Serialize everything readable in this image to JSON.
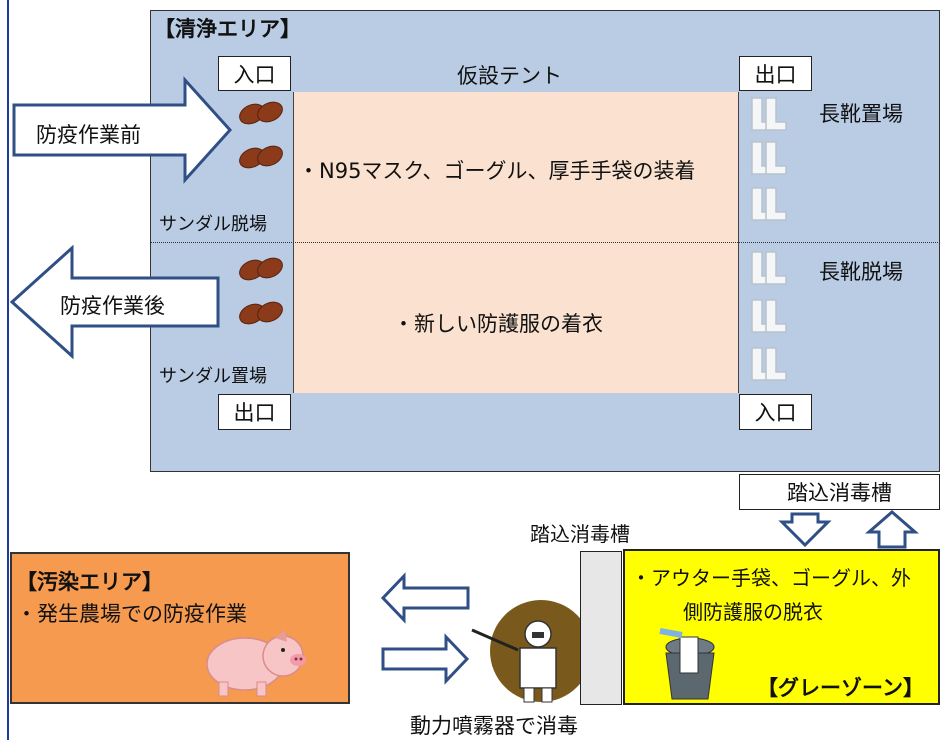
{
  "clean_area": {
    "title": "【清浄エリア】",
    "entrance_top": "入口",
    "tent_label": "仮設テント",
    "exit_top_right": "出口",
    "boots_place": "長靴置場",
    "before_work_arrow": "防疫作業前",
    "sandal_remove": "サンダル脱場",
    "equip_text": "・N95マスク、ゴーグル、厚手手袋の装着",
    "boots_remove": "長靴脱場",
    "after_work_arrow": "防疫作業後",
    "new_suit_text": "・新しい防護服の着衣",
    "sandal_place": "サンダル置場",
    "exit_bottom_left": "出口",
    "entrance_bottom_right": "入口"
  },
  "footbath_right": "踏込消毒槽",
  "footbath_center": "踏込消毒槽",
  "contaminated_area": {
    "title": "【汚染エリア】",
    "activity": "・発生農場での防疫作業"
  },
  "grey_zone": {
    "text_line1": "・アウター手袋、ゴーグル、外",
    "text_line2": "側防護服の脱衣",
    "title": "【グレーゾーン】"
  },
  "sprayer_caption": "動力噴霧器で消毒",
  "colors": {
    "clean_area_bg": "#b9cce4",
    "tent_bg": "#fbe2d0",
    "contaminated_bg": "#f59a4f",
    "grey_zone_bg": "#ffff00",
    "arrow_stroke": "#2f4f86"
  }
}
